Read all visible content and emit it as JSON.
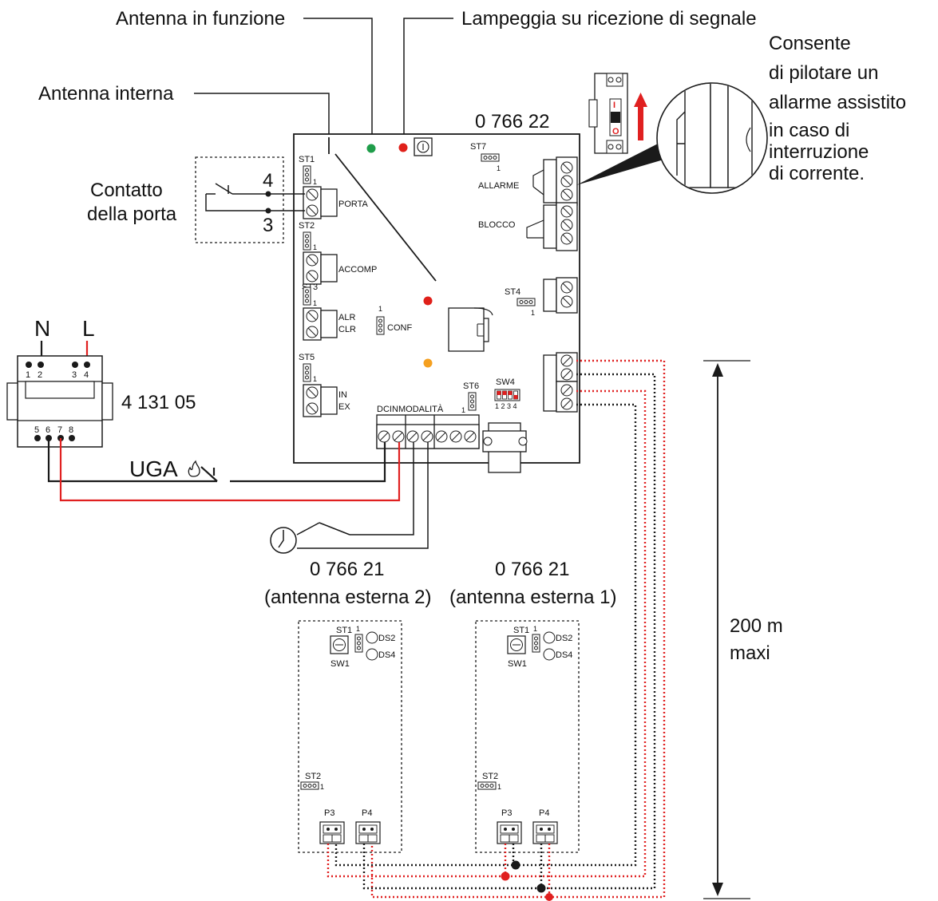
{
  "labels": {
    "antenna_active": "Antenna in funzione",
    "blink_signal": "Lampeggia su ricezione di segnale",
    "internal_antenna": "Antenna interna",
    "door_contact_line1": "Contatto",
    "door_contact_line2": "della porta",
    "door_terminal_top": "4",
    "door_terminal_bottom": "3",
    "main_unit_ref": "0 766 22",
    "breaker_note": [
      "Consente",
      "di pilotare un",
      "allarme assistito",
      "in caso di",
      "interruzione",
      "di corrente."
    ],
    "breaker_on": "I",
    "breaker_off": "O",
    "neutral": "N",
    "line": "L",
    "power_ref": "4 131 05",
    "power_terminals_top": [
      "1",
      "2",
      "3",
      "4"
    ],
    "power_terminals_bottom": [
      "5",
      "6",
      "7",
      "8"
    ],
    "uga": "UGA",
    "ext_antenna_2_ref": "0 766 21",
    "ext_antenna_2_name": "(antenna esterna 2)",
    "ext_antenna_1_ref": "0 766 21",
    "ext_antenna_1_name": "(antenna esterna 1)",
    "distance_value": "200 m",
    "distance_qual": "maxi"
  },
  "board": {
    "st1": "ST1",
    "st2": "ST2",
    "st3": "ST3",
    "st4": "ST4",
    "st5": "ST5",
    "st6": "ST6",
    "st7": "ST7",
    "one": "1",
    "porta": "PORTA",
    "accomp": "ACCOMP",
    "alr": "ALR",
    "clr": "CLR",
    "conf": "CONF",
    "in": "IN",
    "ex": "EX",
    "dcin": "DCIN",
    "modalita": "MODALITÀ",
    "sw4": "SW4",
    "sw4_nums": "1 2 3 4",
    "allarme": "ALLARME",
    "blocco": "BLOCCO"
  },
  "ext_board": {
    "st1": "ST1",
    "st2": "ST2",
    "one": "1",
    "sw1": "SW1",
    "ds2": "DS2",
    "ds4": "DS4",
    "p3": "P3",
    "p4": "P4"
  },
  "colors": {
    "line": "#1a1a1a",
    "red_wire": "#e02020",
    "green_led": "#1f9d4a",
    "red_led": "#e0201a",
    "orange_led": "#f5a020",
    "arrow_red": "#e02020"
  }
}
